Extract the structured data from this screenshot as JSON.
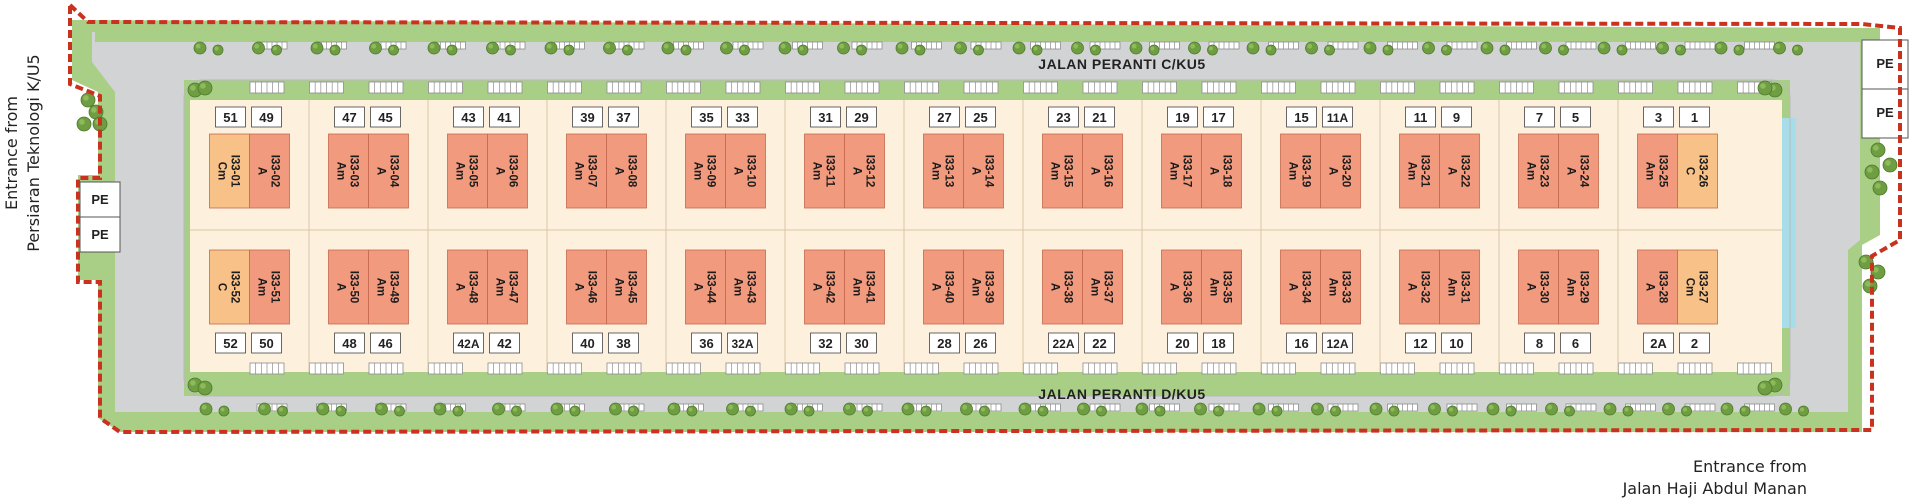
{
  "labels": {
    "road_top": "JALAN PERANTI C/KU5",
    "road_bottom": "JALAN PERANTI D/KU5",
    "entrance_left_line1": "Entrance from",
    "entrance_left_line2": "Persiaran Teknologi K/U5",
    "entrance_right_line1": "Entrance from",
    "entrance_right_line2": "Jalan Haji Abdul Manan",
    "pe": "PE"
  },
  "colors": {
    "lot_a": "#f29a7e",
    "lot_c": "#f7c187",
    "plot": "#fdf0dc",
    "road": "#d2d3d5",
    "landscape": "#a9cf87",
    "boundary": "#c8321e",
    "water": "#a7dde8"
  },
  "top_row": [
    {
      "numbers": [
        "51",
        "49"
      ],
      "lots": [
        {
          "id": "I33-01",
          "type": "Cm"
        },
        {
          "id": "I33-02",
          "type": "A"
        }
      ]
    },
    {
      "numbers": [
        "47",
        "45"
      ],
      "lots": [
        {
          "id": "I33-03",
          "type": "Am"
        },
        {
          "id": "I33-04",
          "type": "A"
        }
      ]
    },
    {
      "numbers": [
        "43",
        "41"
      ],
      "lots": [
        {
          "id": "I33-05",
          "type": "Am"
        },
        {
          "id": "I33-06",
          "type": "A"
        }
      ]
    },
    {
      "numbers": [
        "39",
        "37"
      ],
      "lots": [
        {
          "id": "I33-07",
          "type": "Am"
        },
        {
          "id": "I33-08",
          "type": "A"
        }
      ]
    },
    {
      "numbers": [
        "35",
        "33"
      ],
      "lots": [
        {
          "id": "I33-09",
          "type": "Am"
        },
        {
          "id": "I33-10",
          "type": "A"
        }
      ]
    },
    {
      "numbers": [
        "31",
        "29"
      ],
      "lots": [
        {
          "id": "I33-11",
          "type": "Am"
        },
        {
          "id": "I33-12",
          "type": "A"
        }
      ]
    },
    {
      "numbers": [
        "27",
        "25"
      ],
      "lots": [
        {
          "id": "I33-13",
          "type": "Am"
        },
        {
          "id": "I33-14",
          "type": "A"
        }
      ]
    },
    {
      "numbers": [
        "23",
        "21"
      ],
      "lots": [
        {
          "id": "I33-15",
          "type": "Am"
        },
        {
          "id": "I33-16",
          "type": "A"
        }
      ]
    },
    {
      "numbers": [
        "19",
        "17"
      ],
      "lots": [
        {
          "id": "I33-17",
          "type": "Am"
        },
        {
          "id": "I33-18",
          "type": "A"
        }
      ]
    },
    {
      "numbers": [
        "15",
        "11A"
      ],
      "lots": [
        {
          "id": "I33-19",
          "type": "Am"
        },
        {
          "id": "I33-20",
          "type": "A"
        }
      ]
    },
    {
      "numbers": [
        "11",
        "9"
      ],
      "lots": [
        {
          "id": "I33-21",
          "type": "Am"
        },
        {
          "id": "I33-22",
          "type": "A"
        }
      ]
    },
    {
      "numbers": [
        "7",
        "5"
      ],
      "lots": [
        {
          "id": "I33-23",
          "type": "Am"
        },
        {
          "id": "I33-24",
          "type": "A"
        }
      ]
    },
    {
      "numbers": [
        "3",
        "1"
      ],
      "lots": [
        {
          "id": "I33-25",
          "type": "Am"
        },
        {
          "id": "I33-26",
          "type": "C"
        }
      ]
    }
  ],
  "bottom_row": [
    {
      "numbers": [
        "52",
        "50"
      ],
      "lots": [
        {
          "id": "I33-52",
          "type": "C"
        },
        {
          "id": "I33-51",
          "type": "Am"
        }
      ]
    },
    {
      "numbers": [
        "48",
        "46"
      ],
      "lots": [
        {
          "id": "I33-50",
          "type": "A"
        },
        {
          "id": "I33-49",
          "type": "Am"
        }
      ]
    },
    {
      "numbers": [
        "42A",
        "42"
      ],
      "lots": [
        {
          "id": "I33-48",
          "type": "A"
        },
        {
          "id": "I33-47",
          "type": "Am"
        }
      ]
    },
    {
      "numbers": [
        "40",
        "38"
      ],
      "lots": [
        {
          "id": "I33-46",
          "type": "A"
        },
        {
          "id": "I33-45",
          "type": "Am"
        }
      ]
    },
    {
      "numbers": [
        "36",
        "32A"
      ],
      "lots": [
        {
          "id": "I33-44",
          "type": "A"
        },
        {
          "id": "I33-43",
          "type": "Am"
        }
      ]
    },
    {
      "numbers": [
        "32",
        "30"
      ],
      "lots": [
        {
          "id": "I33-42",
          "type": "A"
        },
        {
          "id": "I33-41",
          "type": "Am"
        }
      ]
    },
    {
      "numbers": [
        "28",
        "26"
      ],
      "lots": [
        {
          "id": "I33-40",
          "type": "A"
        },
        {
          "id": "I33-39",
          "type": "Am"
        }
      ]
    },
    {
      "numbers": [
        "22A",
        "22"
      ],
      "lots": [
        {
          "id": "I33-38",
          "type": "A"
        },
        {
          "id": "I33-37",
          "type": "Am"
        }
      ]
    },
    {
      "numbers": [
        "20",
        "18"
      ],
      "lots": [
        {
          "id": "I33-36",
          "type": "A"
        },
        {
          "id": "I33-35",
          "type": "Am"
        }
      ]
    },
    {
      "numbers": [
        "16",
        "12A"
      ],
      "lots": [
        {
          "id": "I33-34",
          "type": "A"
        },
        {
          "id": "I33-33",
          "type": "Am"
        }
      ]
    },
    {
      "numbers": [
        "12",
        "10"
      ],
      "lots": [
        {
          "id": "I33-32",
          "type": "A"
        },
        {
          "id": "I33-31",
          "type": "Am"
        }
      ]
    },
    {
      "numbers": [
        "8",
        "6"
      ],
      "lots": [
        {
          "id": "I33-30",
          "type": "A"
        },
        {
          "id": "I33-29",
          "type": "Am"
        }
      ]
    },
    {
      "numbers": [
        "2A",
        "2"
      ],
      "lots": [
        {
          "id": "I33-28",
          "type": "A"
        },
        {
          "id": "I33-27",
          "type": "Cm"
        }
      ]
    }
  ]
}
